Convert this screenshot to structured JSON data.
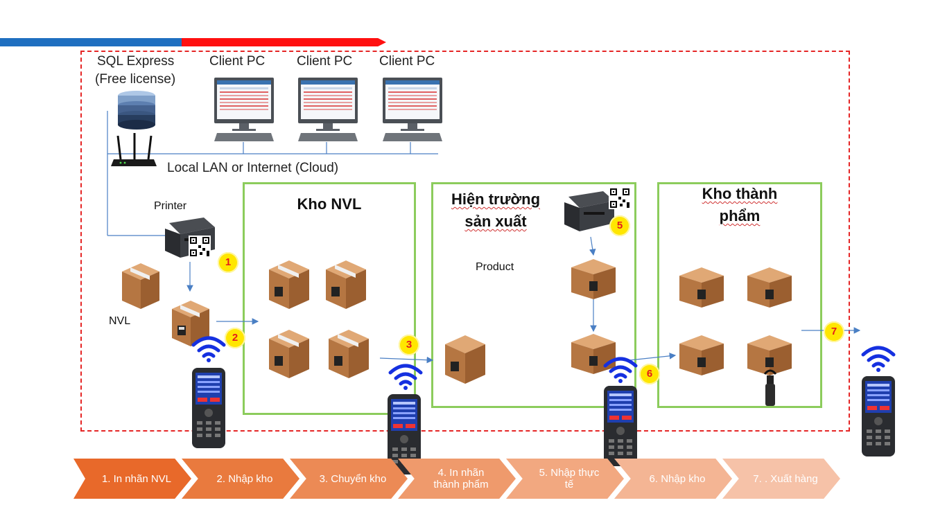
{
  "server": {
    "title_line1": "SQL Express",
    "title_line2": "(Free license)"
  },
  "clients": [
    "Client PC",
    "Client PC",
    "Client PC"
  ],
  "network_label": "Local LAN or Internet (Cloud)",
  "printer_label": "Printer",
  "nvl_label": "NVL",
  "product_label": "Product",
  "zones": {
    "kho_nvl": "Kho NVL",
    "hien_truong_line1": "Hiện trường",
    "hien_truong_line2": "sản xuất",
    "kho_tp_line1": "Kho thành",
    "kho_tp_line2": "phẩm"
  },
  "badges": [
    "1",
    "2",
    "3",
    "5",
    "6",
    "7"
  ],
  "steps": [
    {
      "line1": "1. In nhãn NVL",
      "line2": ""
    },
    {
      "line1": "2. Nhập kho",
      "line2": ""
    },
    {
      "line1": "3. Chuyển kho",
      "line2": ""
    },
    {
      "line1": "4. In nhãn",
      "line2": "thành phẩm"
    },
    {
      "line1": "5. Nhập thực",
      "line2": "tế"
    },
    {
      "line1": "6. Nhập kho",
      "line2": ""
    },
    {
      "line1": "7. . Xuất hàng",
      "line2": ""
    }
  ],
  "colors": {
    "brand_blue": "#1f6fc0",
    "brand_red": "#ff1010",
    "dashed_frame": "#e52525",
    "zone_border": "#8ccc5c",
    "badge_fill": "#ffe600",
    "badge_text": "#e41b1b",
    "wifi": "#1530e0",
    "arrow": "#4a7fc4",
    "step_colors": [
      "#e8692a",
      "#e97a3e",
      "#ec8a55",
      "#ef9a6c",
      "#f2a880",
      "#f4b594",
      "#f6c2a8"
    ]
  }
}
